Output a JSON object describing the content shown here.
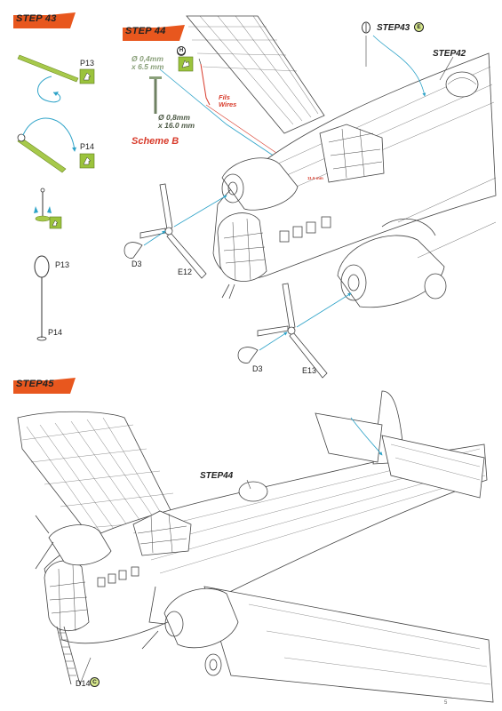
{
  "steps": {
    "step43": "STEP 43",
    "step44": "STEP 44",
    "step45": "STEP45"
  },
  "callouts": {
    "step43_ref": "STEP43",
    "step43_ref_badge": "E",
    "step42_ref": "STEP42",
    "step44_ref": "STEP44"
  },
  "parts": {
    "p13": "P13",
    "p14": "P14",
    "p13b": "P13",
    "p14b": "P14",
    "d3a": "D3",
    "e12": "E12",
    "d3b": "D3",
    "e13": "E13",
    "d14": "D14",
    "d14_badge": "C"
  },
  "dimensions": {
    "thin_wire_dia": "Ø 0,4mm",
    "thin_wire_len": "x 6.5 mm",
    "thick_wire_dia": "Ø 0,8mm",
    "thick_wire_len": "x 16.0 mm",
    "scheme": "Scheme B",
    "wires_fr": "Fils",
    "wires_en": "Wires",
    "small_dim": "11.5 mm",
    "h_badge": "H"
  },
  "colors": {
    "accent_orange": "#e8571e",
    "part_green": "#9bc33c",
    "arrow_blue": "#2ea3c8",
    "scheme_red": "#d83b2b",
    "dim_green": "#8aa07a"
  },
  "page_number": "5"
}
